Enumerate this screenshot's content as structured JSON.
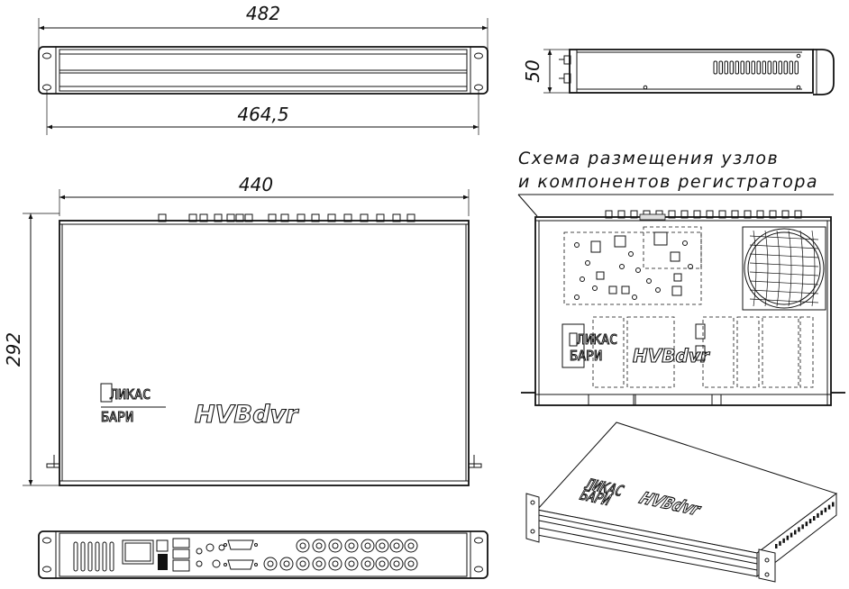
{
  "dimensions": {
    "width_overall": "482",
    "width_mount": "464,5",
    "height": "50",
    "width_body": "440",
    "depth": "292"
  },
  "layout_title": {
    "line1": "Схема размещения узлов",
    "line2": "и компонентов регистратора"
  },
  "brand": {
    "product_name": "HVBdvr",
    "logo_line1": "ЛИКАС",
    "logo_line2": "БАРИ"
  }
}
